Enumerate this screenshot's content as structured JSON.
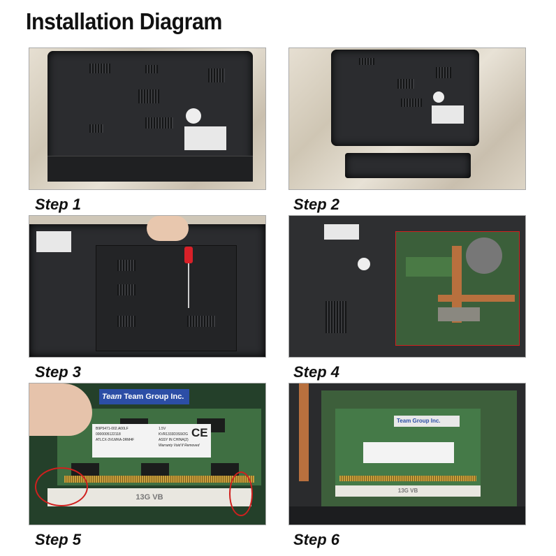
{
  "title": "Installation Diagram",
  "steps": [
    {
      "label": "Step 1"
    },
    {
      "label": "Step 2"
    },
    {
      "label": "Step 3"
    },
    {
      "label": "Step 4"
    },
    {
      "label": "Step 5"
    },
    {
      "label": "Step 6"
    }
  ],
  "ram_module": {
    "brand": "Team Group Inc.",
    "brand_logo": "Team",
    "part_number": "B9P5471-002.A00LF",
    "serial": "0000005122118",
    "code": "ATLCX-3VLMKA-3RM4F",
    "voltage": "1.5V",
    "model": "KVR1333D3S9/2G",
    "origin": "ASSY IN CHINA(2)",
    "warranty": "Warranty Void If Removed",
    "ce_mark": "CE",
    "slot_text": "13G VB"
  },
  "colors": {
    "highlight": "#d0201e",
    "team_blue": "#2c4ea6"
  }
}
